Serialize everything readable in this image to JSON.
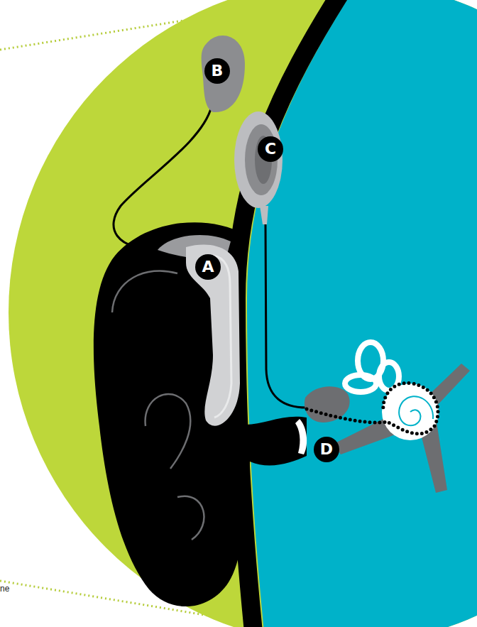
{
  "diagram": {
    "labels": [
      "B",
      "C",
      "A",
      "D",
      "ne"
    ]
  }
}
